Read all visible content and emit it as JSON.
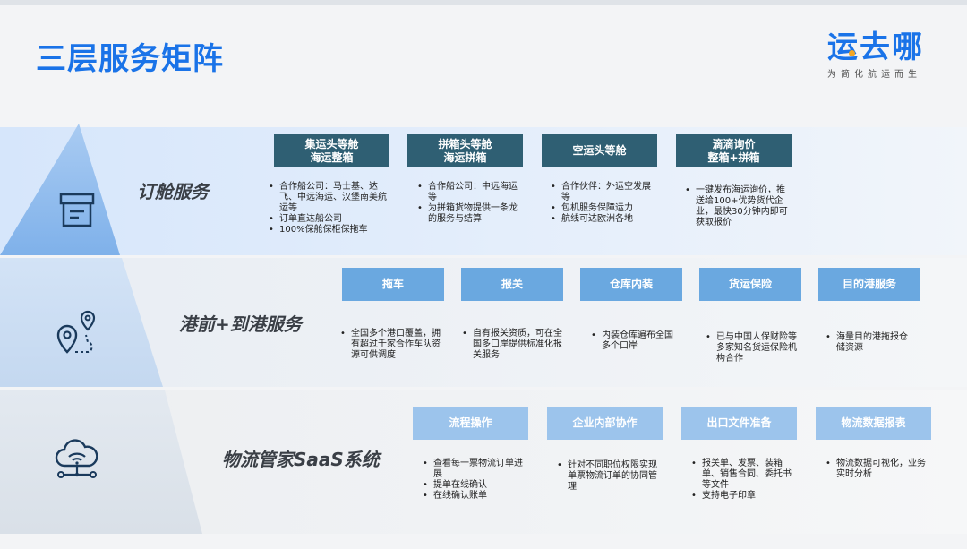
{
  "title": "三层服务矩阵",
  "logo": {
    "main": "运去哪",
    "sub": "为简化航运而生"
  },
  "tiers": [
    {
      "name": "订舱服务",
      "icon": "box-icon",
      "items": [
        {
          "label": [
            "集运头等舱",
            "海运整箱"
          ],
          "bullets": [
            "合作船公司：马士基、达飞、中远海运、汉堡南美航运等",
            "订单直达船公司",
            "100%保舱保柜保拖车"
          ]
        },
        {
          "label": [
            "拼箱头等舱",
            "海运拼箱"
          ],
          "bullets": [
            "合作船公司：中远海运等",
            "为拼箱货物提供一条龙的服务与结算"
          ]
        },
        {
          "label": [
            "空运头等舱"
          ],
          "bullets": [
            "合作伙伴：外运空发展等",
            "包机服务保障运力",
            "航线可达欧洲各地"
          ]
        },
        {
          "label": [
            "滴滴询价",
            "整箱+拼箱"
          ],
          "bullets": [
            "一键发布海运询价，推送给100+优势货代企业，最快30分钟内即可获取报价"
          ]
        }
      ]
    },
    {
      "name": "港前+到港服务",
      "icon": "location-pin-icon",
      "items": [
        {
          "label": [
            "拖车"
          ],
          "bullets": [
            "全国多个港口覆盖，拥有超过千家合作车队资源可供调度"
          ]
        },
        {
          "label": [
            "报关"
          ],
          "bullets": [
            "自有报关资质，可在全国多口岸提供标准化报关服务"
          ]
        },
        {
          "label": [
            "仓库内装"
          ],
          "bullets": [
            "内装仓库遍布全国多个口岸"
          ]
        },
        {
          "label": [
            "货运保险"
          ],
          "bullets": [
            "已与中国人保财险等多家知名货运保险机构合作"
          ]
        },
        {
          "label": [
            "目的港服务"
          ],
          "bullets": [
            "海量目的港拖报仓储资源"
          ]
        }
      ]
    },
    {
      "name": "物流管家SaaS系统",
      "icon": "cloud-network-icon",
      "items": [
        {
          "label": [
            "流程操作"
          ],
          "bullets": [
            "查看每一票物流订单进展",
            "提单在线确认",
            "在线确认账单"
          ]
        },
        {
          "label": [
            "企业内部协作"
          ],
          "bullets": [
            "针对不同职位权限实现单票物流订单的协同管理"
          ]
        },
        {
          "label": [
            "出口文件准备"
          ],
          "bullets": [
            "报关单、发票、装箱单、销售合同、委托书等文件",
            "支持电子印章"
          ]
        },
        {
          "label": [
            "物流数据报表"
          ],
          "bullets": [
            "物流数据可视化，业务实时分析"
          ]
        }
      ]
    }
  ]
}
